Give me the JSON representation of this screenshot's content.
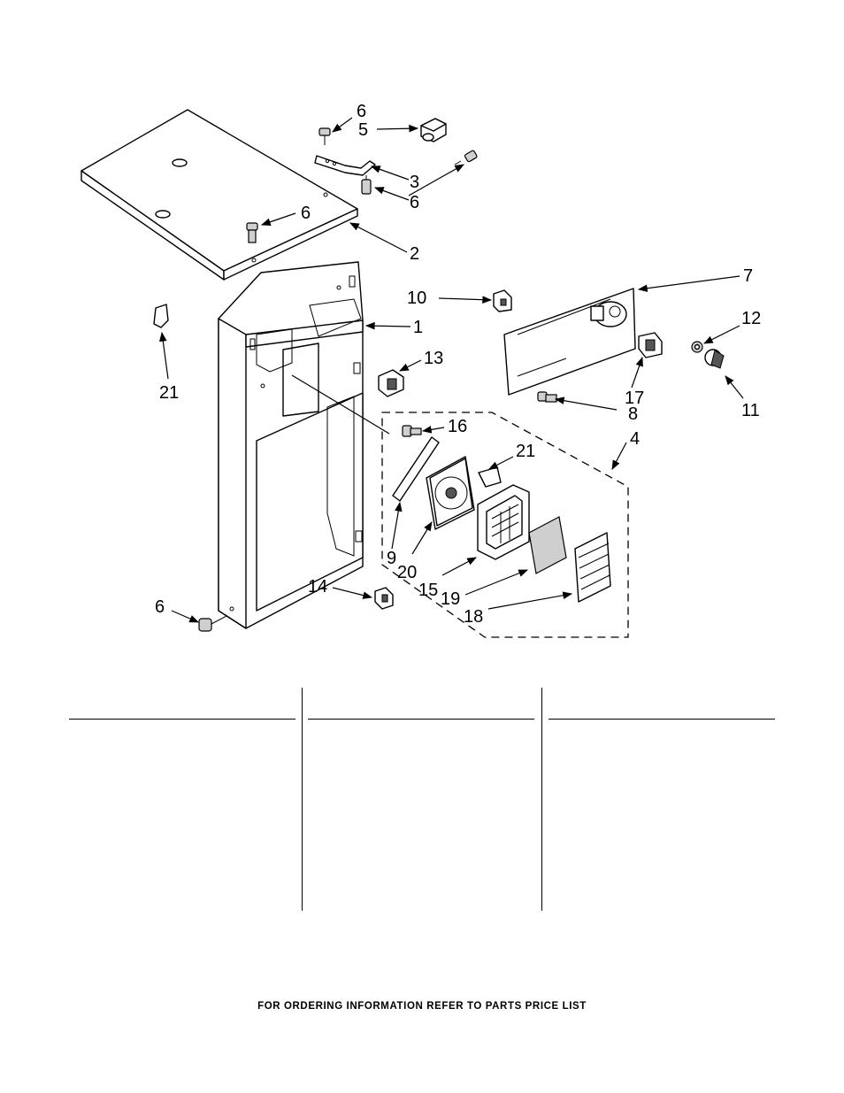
{
  "callouts": {
    "c1": "1",
    "c2": "2",
    "c3": "3",
    "c4": "4",
    "c5": "5",
    "c6a": "6",
    "c6b": "6",
    "c6c": "6",
    "c6d": "6",
    "c7": "7",
    "c8": "8",
    "c9": "9",
    "c10": "10",
    "c11": "11",
    "c12": "12",
    "c13": "13",
    "c14": "14",
    "c15": "15",
    "c16": "16",
    "c17": "17",
    "c18": "18",
    "c19": "19",
    "c20": "20",
    "c21a": "21",
    "c21b": "21"
  },
  "footer": {
    "text": "FOR ORDERING INFORMATION REFER TO PARTS PRICE LIST"
  }
}
